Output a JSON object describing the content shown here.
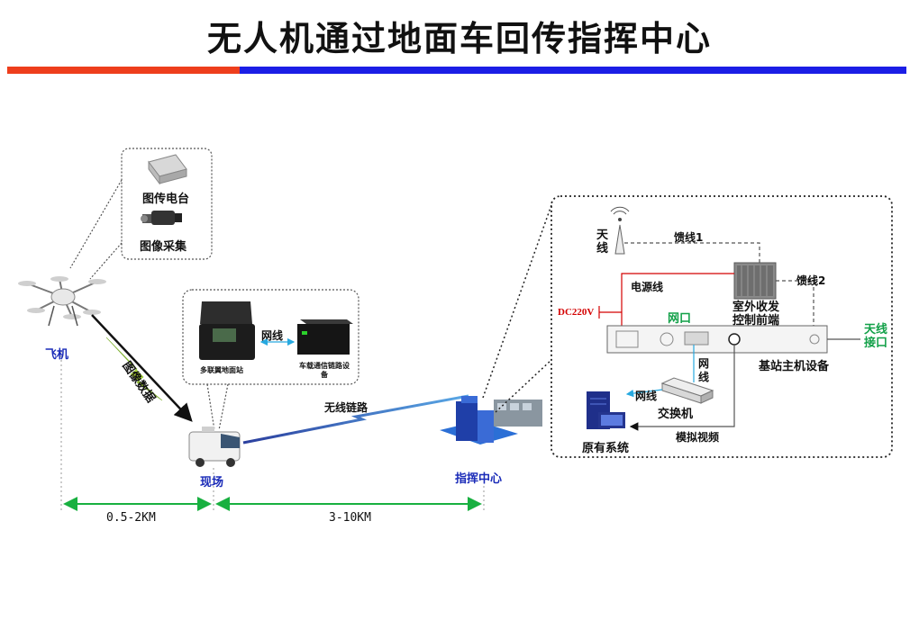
{
  "title": "无人机通过地面车回传指挥中心",
  "drone": {
    "label": "飞机"
  },
  "payload": {
    "transmitter": "图传电台",
    "capture": "图像采集"
  },
  "image_data_link": {
    "label": "图像数据"
  },
  "field_kit": {
    "network_cable": "网线",
    "ground_station": "多联翼地面站",
    "vehicle_comm": "车载通信链路设备"
  },
  "vehicle": {
    "label": "现场"
  },
  "wireless_link": {
    "label": "无线链路"
  },
  "command_center": {
    "label": "指挥中心"
  },
  "distances": {
    "near": "0.5-2KM",
    "far": "3-10KM"
  },
  "base_station": {
    "antenna": "天线",
    "feeder1": "馈线1",
    "feeder2": "馈线2",
    "power_cable": "电源线",
    "outdoor_unit": "室外收发控制前端",
    "dc_power": "DC220V",
    "network_port": "网口",
    "antenna_port": "天线接口",
    "host": "基站主机设备",
    "network_cable_v": "网线",
    "network_cable_h": "网线",
    "switch": "交换机",
    "existing_system": "原有系统",
    "analog_video": "模拟视频"
  },
  "colors": {
    "accent_red": "#ee3e1c",
    "accent_blue": "#1b1ee6",
    "label_blue": "#1a2bb8",
    "label_green": "#12a048",
    "dc_red": "#d40000",
    "distance_green": "#18b040"
  }
}
